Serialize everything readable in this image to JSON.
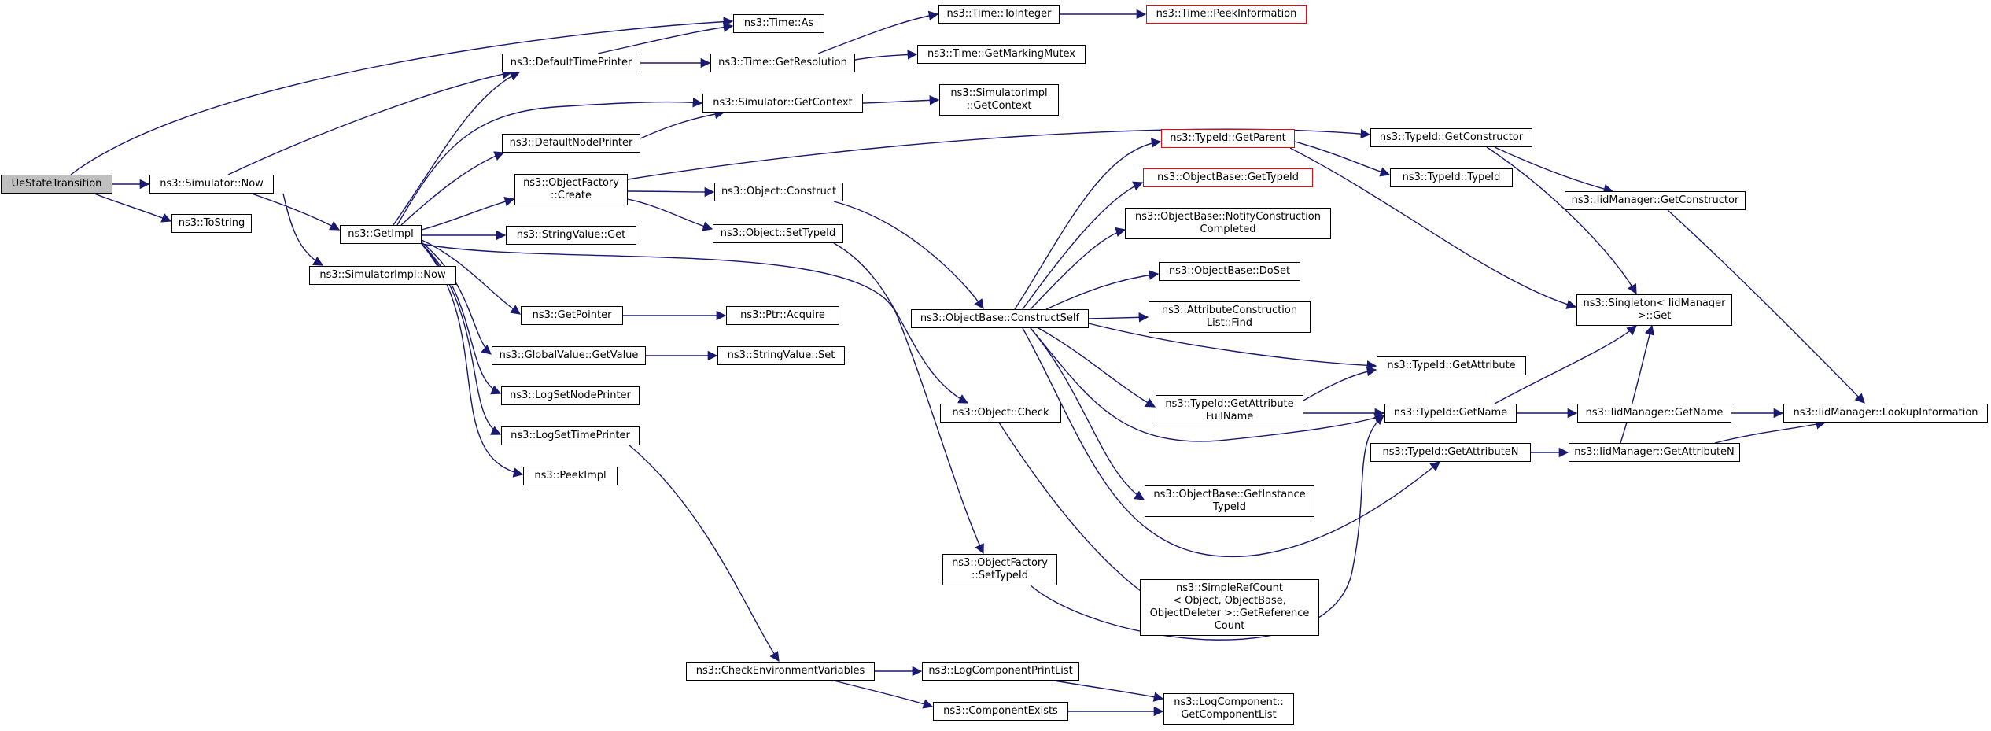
{
  "colors": {
    "edge": "#191970",
    "node_border": "#000000",
    "highlight_border": "#ff0000",
    "root_fill": "#bfbfbf"
  },
  "nodes": {
    "uestate": "UeStateTransition",
    "simnow": "ns3::Simulator::Now",
    "tostring": "ns3::ToString",
    "simimplnow": "ns3::SimulatorImpl::Now",
    "timeas": "ns3::Time::As",
    "deftimeprinter": "ns3::DefaultTimePrinter",
    "getres": "ns3::Time::GetResolution",
    "tointeger": "ns3::Time::ToInteger",
    "peekinfo": "ns3::Time::PeekInformation",
    "markmutex": "ns3::Time::GetMarkingMutex",
    "getimpl": "ns3::GetImpl",
    "getcontext": "ns3::Simulator::GetContext",
    "simimplctx": "ns3::SimulatorImpl\n::GetContext",
    "defnodeprinter": "ns3::DefaultNodePrinter",
    "objfactcreate": "ns3::ObjectFactory\n::Create",
    "objconstruct": "ns3::Object::Construct",
    "objsettypeid": "ns3::Object::SetTypeId",
    "strvalget": "ns3::StringValue::Get",
    "getpointer": "ns3::GetPointer",
    "ptracquire": "ns3::Ptr::Acquire",
    "globalget": "ns3::GlobalValue::GetValue",
    "strvalset": "ns3::StringValue::Set",
    "lognode": "ns3::LogSetNodePrinter",
    "logtime": "ns3::LogSetTimePrinter",
    "peekimpl": "ns3::PeekImpl",
    "constructself": "ns3::ObjectBase::ConstructSelf",
    "objcheck": "ns3::Object::Check",
    "objfactsettypeid": "ns3::ObjectFactory\n::SetTypeId",
    "checkenv": "ns3::CheckEnvironmentVariables",
    "logprintlist": "ns3::LogComponentPrintList",
    "compexists": "ns3::ComponentExists",
    "getcomplist": "ns3::LogComponent::\nGetComponentList",
    "getparent": "ns3::TypeId::GetParent",
    "gettypeid": "ns3::ObjectBase::GetTypeId",
    "notifyconst": "ns3::ObjectBase::NotifyConstruction\nCompleted",
    "doset": "ns3::ObjectBase::DoSet",
    "attrfind": "ns3::AttributeConstruction\nList::Find",
    "getattrfull": "ns3::TypeId::GetAttribute\nFullName",
    "getinsttypeid": "ns3::ObjectBase::GetInstance\nTypeId",
    "simplerefcount": "ns3::SimpleRefCount\n< Object, ObjectBase,\n ObjectDeleter >::GetReference\nCount",
    "getconstructor": "ns3::TypeId::GetConstructor",
    "typeidtypeid": "ns3::TypeId::TypeId",
    "iidgetconst": "ns3::IidManager::GetConstructor",
    "singletonget": "ns3::Singleton< IidManager\n >::Get",
    "getattribute": "ns3::TypeId::GetAttribute",
    "getname": "ns3::TypeId::GetName",
    "getattrn": "ns3::TypeId::GetAttributeN",
    "iidgetname": "ns3::IidManager::GetName",
    "iidgetattrn": "ns3::IidManager::GetAttributeN",
    "iidlookup": "ns3::IidManager::LookupInformation"
  }
}
